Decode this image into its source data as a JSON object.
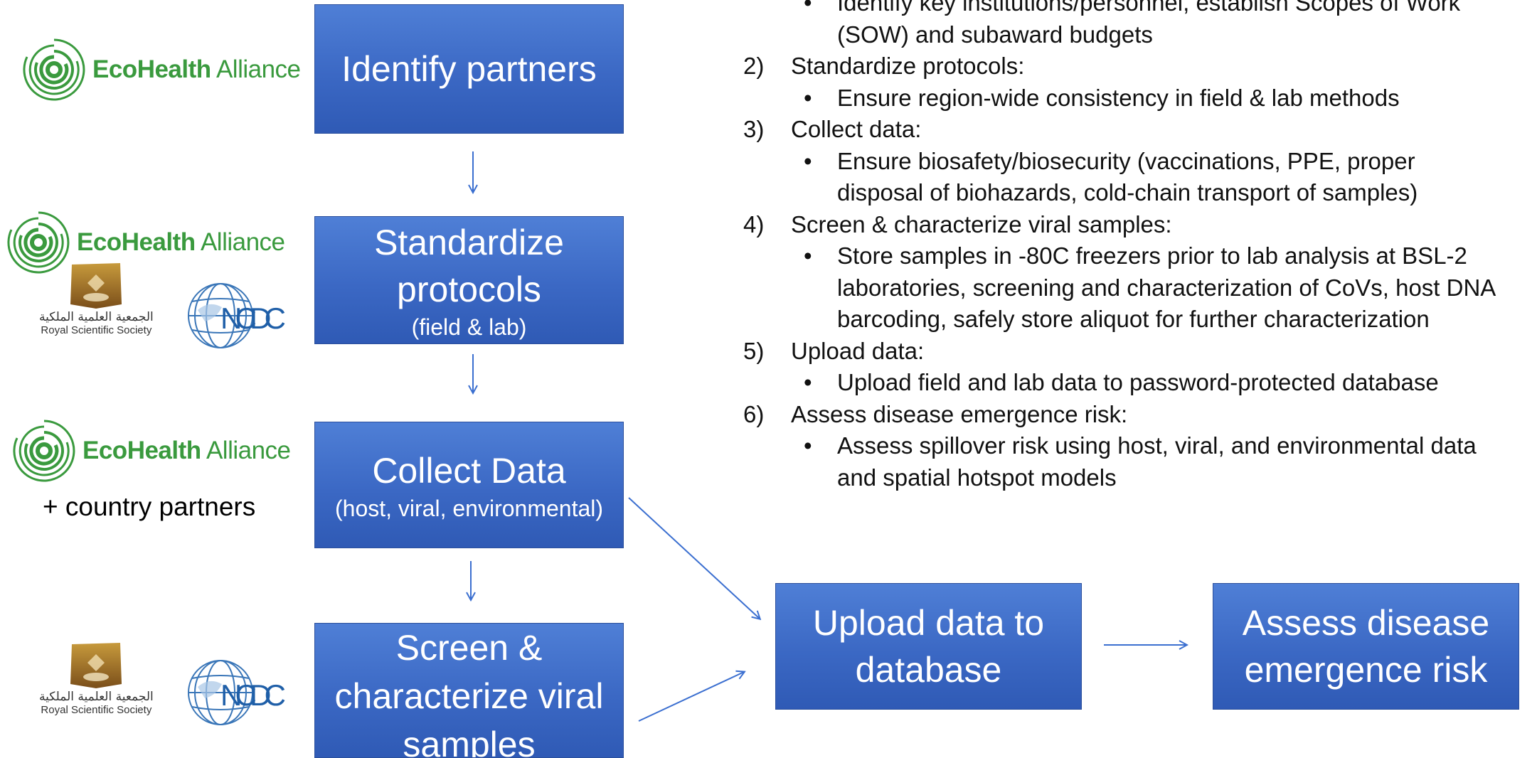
{
  "boxes": {
    "identify": {
      "title": "Identify partners"
    },
    "standardize": {
      "title_line1": "Standardize",
      "title_line2": "protocols",
      "sub": "(field & lab)"
    },
    "collect": {
      "title": "Collect Data",
      "sub": "(host, viral, environmental)"
    },
    "screen": {
      "title_line1": "Screen &",
      "title_line2": "characterize  viral",
      "title_line3": "samples"
    },
    "upload": {
      "title_line1": "Upload data to",
      "title_line2": "database"
    },
    "assess": {
      "title_line1": "Assess disease",
      "title_line2": "emergence risk"
    }
  },
  "logos": {
    "ecohealth": {
      "eco": "EcoHealth",
      "alliance": " Alliance"
    },
    "rss": {
      "arabic": "الجمعية العلمية الملكية",
      "english": "Royal Scientific Society"
    },
    "ncdc": {
      "text": "NCDC"
    }
  },
  "country_partners": "+ country partners",
  "steps": [
    {
      "num": "",
      "label": "",
      "bullets": [
        "Identify key institutions/personnel, establish Scopes of Work",
        "(SOW) and subaward budgets"
      ]
    },
    {
      "num": "2)",
      "label": "Standardize protocols:",
      "bullets": [
        "Ensure region-wide consistency in field & lab methods"
      ]
    },
    {
      "num": "3)",
      "label": "Collect data:",
      "bullets": [
        "Ensure biosafety/biosecurity (vaccinations, PPE, proper",
        "disposal of biohazards, cold-chain transport of samples)"
      ]
    },
    {
      "num": "4)",
      "label": "Screen & characterize viral samples:",
      "bullets": [
        "Store samples in -80C freezers prior to lab analysis at BSL-2",
        "laboratories, screening and characterization of CoVs, host DNA",
        "barcoding, safely store aliquot for further characterization"
      ]
    },
    {
      "num": "5)",
      "label": "Upload data:",
      "bullets": [
        "Upload field and lab data to password-protected database"
      ]
    },
    {
      "num": "6)",
      "label": "Assess disease emergence risk:",
      "bullets": [
        "Assess spillover risk using host, viral, and environmental data",
        "and spatial hotspot models"
      ]
    }
  ],
  "colors": {
    "box": "#3b68c4",
    "arrow": "#3b6fd0",
    "eha_green": "#3a9a3e"
  }
}
